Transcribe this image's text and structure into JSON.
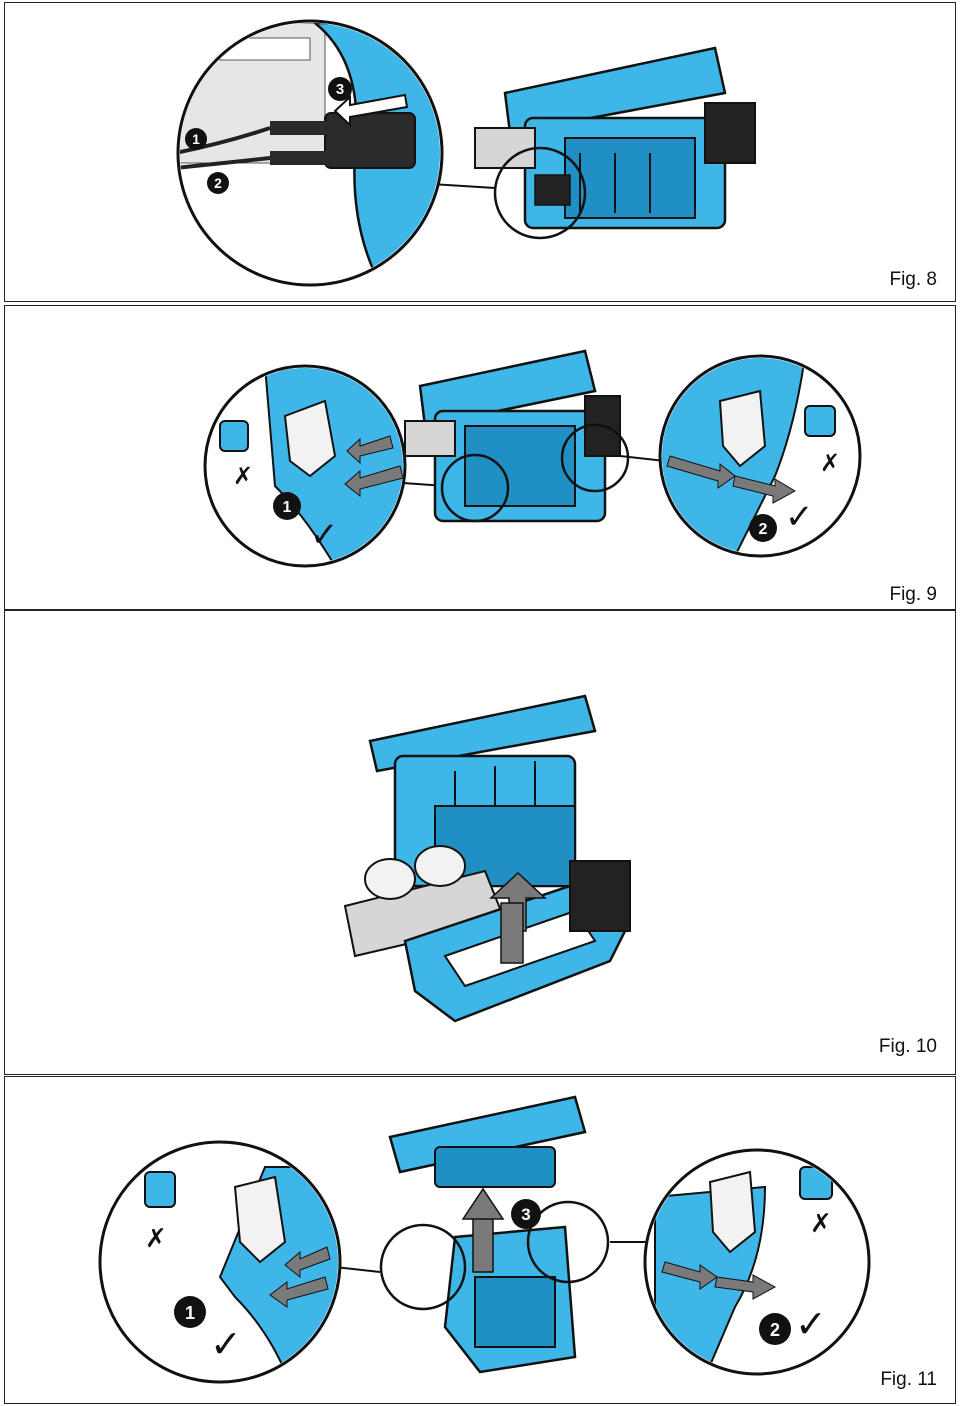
{
  "figures": [
    {
      "id": "fig8",
      "label": "Fig. 8",
      "steps": [
        "1",
        "2",
        "3"
      ]
    },
    {
      "id": "fig9",
      "label": "Fig. 9",
      "steps": [
        "1",
        "2"
      ]
    },
    {
      "id": "fig10",
      "label": "Fig. 10",
      "steps": []
    },
    {
      "id": "fig11",
      "label": "Fig. 11",
      "steps": [
        "1",
        "2",
        "3"
      ]
    }
  ],
  "colors": {
    "part": "#3fb6e8",
    "part_dark": "#1f8fc4",
    "outline": "#111111",
    "arrow": "#7a7a7a",
    "metal": "#d6d6d6"
  },
  "icons": {
    "correct": "check-mark-icon",
    "wrong": "cross-mark-icon"
  }
}
